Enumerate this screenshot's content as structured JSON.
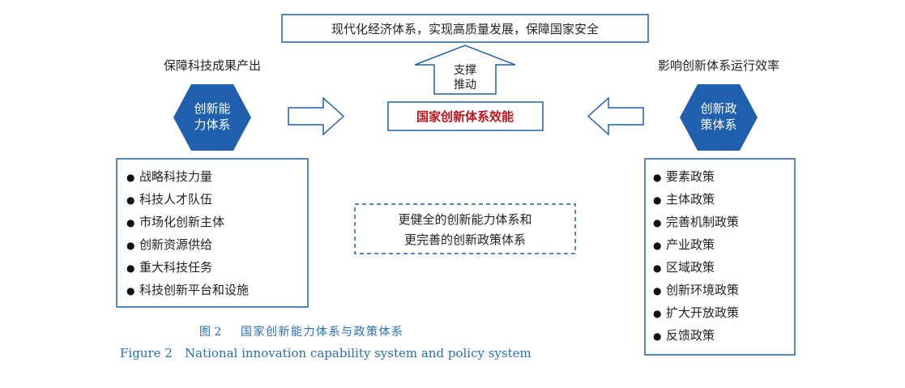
{
  "top_goal": "现代化经济体系，实现高质量发展，保障国家安全",
  "support_arrow": {
    "line1": "支撑",
    "line2": "推动"
  },
  "center_title": "国家创新体系效能",
  "left": {
    "header": "保障科技成果产出",
    "hexagon": {
      "line1": "创新能",
      "line2": "力体系"
    },
    "items": [
      "战略科技力量",
      "科技人才队伍",
      "市场化创新主体",
      "创新资源供给",
      "重大科技任务",
      "科技创新平台和设施"
    ]
  },
  "right": {
    "header": "影响创新体系运行效率",
    "hexagon": {
      "line1": "创新政",
      "line2": "策体系"
    },
    "items": [
      "要素政策",
      "主体政策",
      "完善机制政策",
      "产业政策",
      "区域政策",
      "创新环境政策",
      "扩大开放政策",
      "反馈政策"
    ]
  },
  "bottom_box": {
    "line1": "更健全的创新能力体系和",
    "line2": "更完善的创新政策体系"
  },
  "bullet": "●",
  "caption": {
    "cn_label": "图 2",
    "cn_title": "国家创新能力体系与政策体系",
    "en_label": "Figure 2",
    "en_title": "National innovation capability system and policy system"
  },
  "colors": {
    "blue": "#1f5fad",
    "red": "#c0141c",
    "caption": "#2a6db3",
    "text": "#222222",
    "hex_text": "#ffffff"
  }
}
